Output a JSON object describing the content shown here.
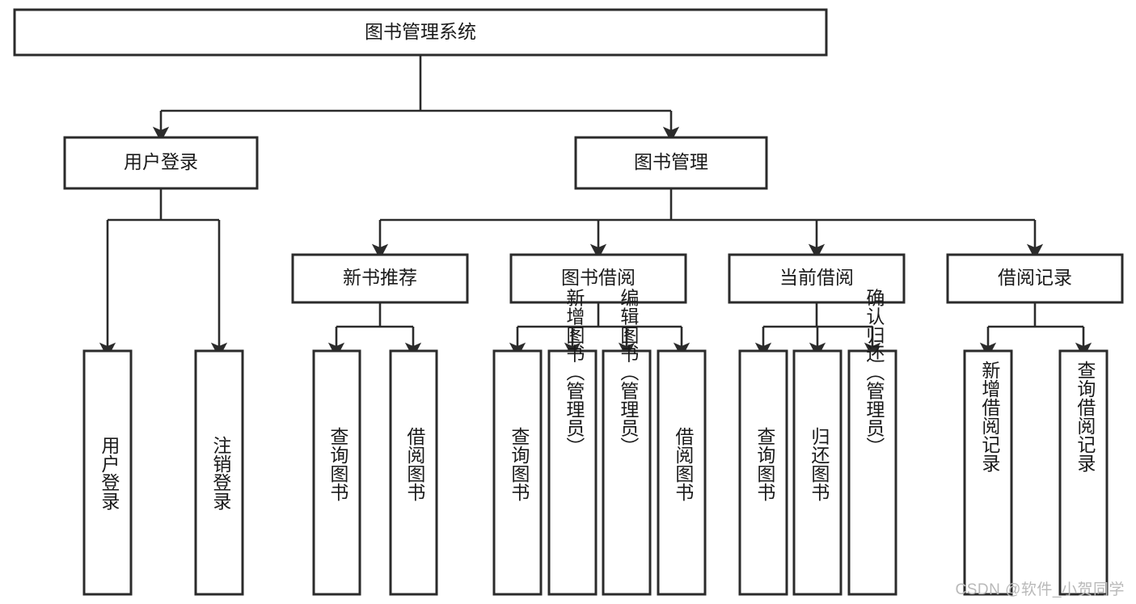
{
  "diagram": {
    "type": "tree",
    "title": "图书管理系统",
    "watermark": "CSDN @软件_小贺同学",
    "colors": {
      "box_fill": "#ffffff",
      "box_stroke": "#2b2b2b",
      "text": "#1a1a1a",
      "connector": "#2b2b2b",
      "watermark": "#b9b9b9"
    },
    "levels": {
      "root": {
        "label": "图书管理系统"
      },
      "level2": [
        {
          "label": "用户登录"
        },
        {
          "label": "图书管理"
        }
      ],
      "level3": [
        {
          "label": "新书推荐"
        },
        {
          "label": "图书借阅"
        },
        {
          "label": "当前借阅"
        },
        {
          "label": "借阅记录"
        }
      ],
      "leaves": {
        "user_login": [
          {
            "label": "用户登录"
          },
          {
            "label": "注销登录"
          }
        ],
        "new_book_recommend": [
          {
            "label": "查询图书"
          },
          {
            "label": "借阅图书"
          }
        ],
        "book_borrow": [
          {
            "label": "查询图书"
          },
          {
            "label": "新增图书（管理员）"
          },
          {
            "label": "编辑图书（管理员）"
          },
          {
            "label": "借阅图书"
          }
        ],
        "current_borrow": [
          {
            "label": "查询图书"
          },
          {
            "label": "归还图书"
          },
          {
            "label": "确认归还（管理员）"
          }
        ],
        "borrow_record": [
          {
            "label": "新增借阅记录"
          },
          {
            "label": "查询借阅记录"
          }
        ]
      }
    }
  }
}
